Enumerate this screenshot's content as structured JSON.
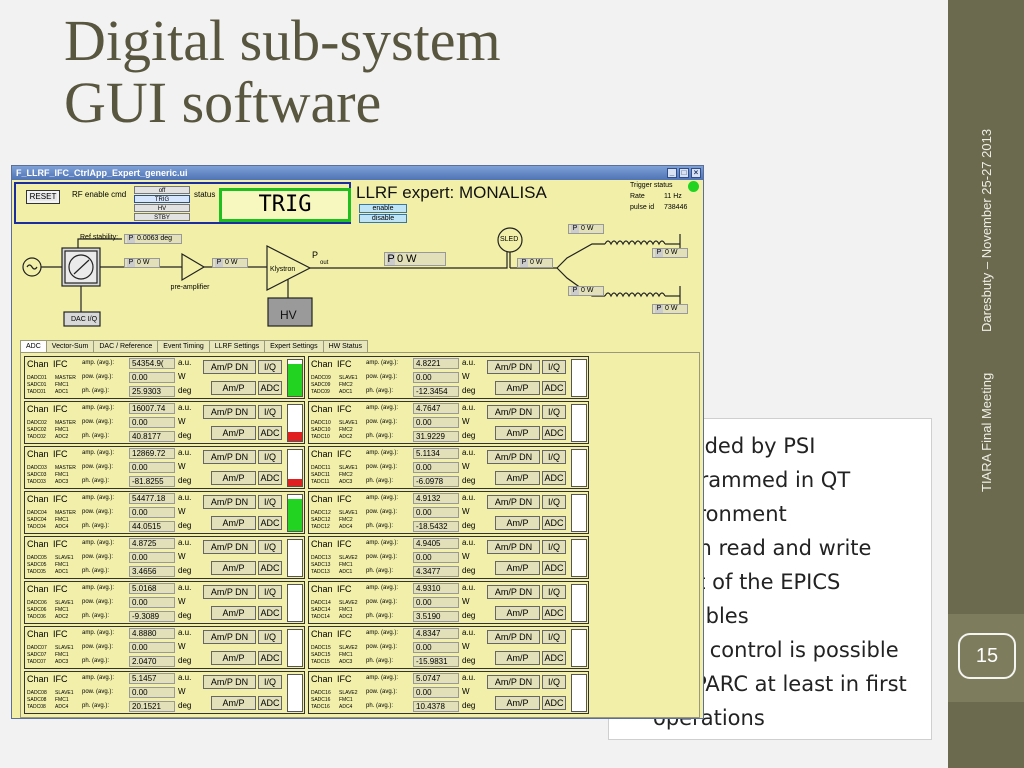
{
  "slide": {
    "title_line1": "Digital sub-system",
    "title_line2": "GUI software",
    "side_text_1": "Daresbuty – November 25-27 2013",
    "side_text_2": "TIARA Final Meeting",
    "page_number": "15"
  },
  "bullets": [
    "Provided by PSI",
    "Programmed in QT environment",
    "It can read and write most of the EPICS variables",
    "LLRF control is possible at SPARC at least in first operations"
  ],
  "window": {
    "title": "F_LLRF_IFC_CtrlApp_Expert_generic.ui",
    "reset_label": "RESET",
    "rf_enable_label": "RF enable cmd",
    "states": [
      "off",
      "TRIG",
      "HV",
      "STBY"
    ],
    "status_label": "status",
    "status_value": "TRIG",
    "expert_title": "LLRF expert: MONALISA",
    "enable_label": "enable",
    "disable_label": "disable",
    "trigger_status_label": "Trigger status",
    "rate_label": "Rate",
    "rate_value": "11 Hz",
    "pulse_label": "pulse id",
    "pulse_value": "738446",
    "ref_stability_label": "Ref stability:",
    "ref_stability_value": "0.0063 deg",
    "dac_label": "DAC I/Q",
    "preamp_label": "pre-amplifier",
    "klystron_label": "Klystron",
    "hv_label": "HV",
    "pout_label": "P",
    "pout_sub": "out",
    "sled_label": "SLED",
    "p_letter": "P",
    "p0w_small": "0 W",
    "p0w_big": "0 W",
    "tabs": [
      "ADC",
      "Vector-Sum",
      "DAC / Reference",
      "Event Timing",
      "LLRF Settings",
      "Expert Settings",
      "HW Status"
    ]
  },
  "channel_common": {
    "chan_label": "Chan",
    "ifc_label": "IFC",
    "amp_label": "amp. (avg.):",
    "pow_label": "pow. (avg.):",
    "ph_label": "ph. (avg.):",
    "amp_unit": "a.u.",
    "pow_unit": "W",
    "ph_unit": "deg",
    "ampdn_label": "Am/P DN",
    "iq_label": "I/Q",
    "amp_btn_label": "Am/P",
    "adc_label": "ADC"
  },
  "channels": [
    {
      "dac": "DADC01",
      "sadc": "SADC01",
      "tadc": "TADC01",
      "r1": "MASTER",
      "r2": "FMC1",
      "r3": "ADC1",
      "amp": "54354.9(",
      "pow": "0.00",
      "ph": "25.9303",
      "level": 0.88,
      "color": "#22d322"
    },
    {
      "dac": "DADC02",
      "sadc": "SADC02",
      "tadc": "TADC02",
      "r1": "MASTER",
      "r2": "FMC1",
      "r3": "ADC2",
      "amp": "16007.74",
      "pow": "0.00",
      "ph": "40.8177",
      "level": 0.25,
      "color": "#e02020"
    },
    {
      "dac": "DADC03",
      "sadc": "SADC03",
      "tadc": "TADC03",
      "r1": "MASTER",
      "r2": "FMC1",
      "r3": "ADC3",
      "amp": "12869.72",
      "pow": "0.00",
      "ph": "-81.8255",
      "level": 0.2,
      "color": "#e02020"
    },
    {
      "dac": "DADC04",
      "sadc": "SADC04",
      "tadc": "TADC04",
      "r1": "MASTER",
      "r2": "FMC1",
      "r3": "ADC4",
      "amp": "54477.18",
      "pow": "0.00",
      "ph": "44.0515",
      "level": 0.88,
      "color": "#22d322"
    },
    {
      "dac": "DADC05",
      "sadc": "SADC05",
      "tadc": "TADC05",
      "r1": "SLAVE1",
      "r2": "FMC1",
      "r3": "ADC1",
      "amp": "4.8725",
      "pow": "0.00",
      "ph": "3.4656",
      "level": 0,
      "color": "#22d322"
    },
    {
      "dac": "DADC06",
      "sadc": "SADC06",
      "tadc": "TADC06",
      "r1": "SLAVE1",
      "r2": "FMC1",
      "r3": "ADC2",
      "amp": "5.0168",
      "pow": "0.00",
      "ph": "-9.3089",
      "level": 0,
      "color": "#22d322"
    },
    {
      "dac": "DADC07",
      "sadc": "SADC07",
      "tadc": "TADC07",
      "r1": "SLAVE1",
      "r2": "FMC1",
      "r3": "ADC3",
      "amp": "4.8880",
      "pow": "0.00",
      "ph": "2.0470",
      "level": 0,
      "color": "#22d322"
    },
    {
      "dac": "DADC08",
      "sadc": "SADC08",
      "tadc": "TADC08",
      "r1": "SLAVE1",
      "r2": "FMC1",
      "r3": "ADC4",
      "amp": "5.1457",
      "pow": "0.00",
      "ph": "20.1521",
      "level": 0,
      "color": "#22d322"
    },
    {
      "dac": "DADC09",
      "sadc": "SADC09",
      "tadc": "TADC09",
      "r1": "SLAVE1",
      "r2": "FMC2",
      "r3": "ADC1",
      "amp": "4.8221",
      "pow": "0.00",
      "ph": "-12.3454",
      "level": 0,
      "color": "#22d322"
    },
    {
      "dac": "DADC10",
      "sadc": "SADC10",
      "tadc": "TADC10",
      "r1": "SLAVE1",
      "r2": "FMC2",
      "r3": "ADC2",
      "amp": "4.7647",
      "pow": "0.00",
      "ph": "31.9229",
      "level": 0,
      "color": "#22d322"
    },
    {
      "dac": "DADC11",
      "sadc": "SADC11",
      "tadc": "TADC11",
      "r1": "SLAVE1",
      "r2": "FMC2",
      "r3": "ADC3",
      "amp": "5.1134",
      "pow": "0.00",
      "ph": "-6.0978",
      "level": 0,
      "color": "#22d322"
    },
    {
      "dac": "DADC12",
      "sadc": "SADC12",
      "tadc": "TADC12",
      "r1": "SLAVE1",
      "r2": "FMC2",
      "r3": "ADC4",
      "amp": "4.9132",
      "pow": "0.00",
      "ph": "-18.5432",
      "level": 0,
      "color": "#22d322"
    },
    {
      "dac": "DADC13",
      "sadc": "SADC13",
      "tadc": "TADC13",
      "r1": "SLAVE2",
      "r2": "FMC1",
      "r3": "ADC1",
      "amp": "4.9405",
      "pow": "0.00",
      "ph": "4.3477",
      "level": 0,
      "color": "#22d322"
    },
    {
      "dac": "DADC14",
      "sadc": "SADC14",
      "tadc": "TADC14",
      "r1": "SLAVE2",
      "r2": "FMC1",
      "r3": "ADC2",
      "amp": "4.9310",
      "pow": "0.00",
      "ph": "3.5190",
      "level": 0,
      "color": "#22d322"
    },
    {
      "dac": "DADC15",
      "sadc": "SADC15",
      "tadc": "TADC15",
      "r1": "SLAVE2",
      "r2": "FMC1",
      "r3": "ADC3",
      "amp": "4.8347",
      "pow": "0.00",
      "ph": "-15.9831",
      "level": 0,
      "color": "#22d322"
    },
    {
      "dac": "DADC16",
      "sadc": "SADC16",
      "tadc": "TADC16",
      "r1": "SLAVE2",
      "r2": "FMC1",
      "r3": "ADC4",
      "amp": "5.0747",
      "pow": "0.00",
      "ph": "10.4378",
      "level": 0,
      "color": "#22d322"
    }
  ]
}
